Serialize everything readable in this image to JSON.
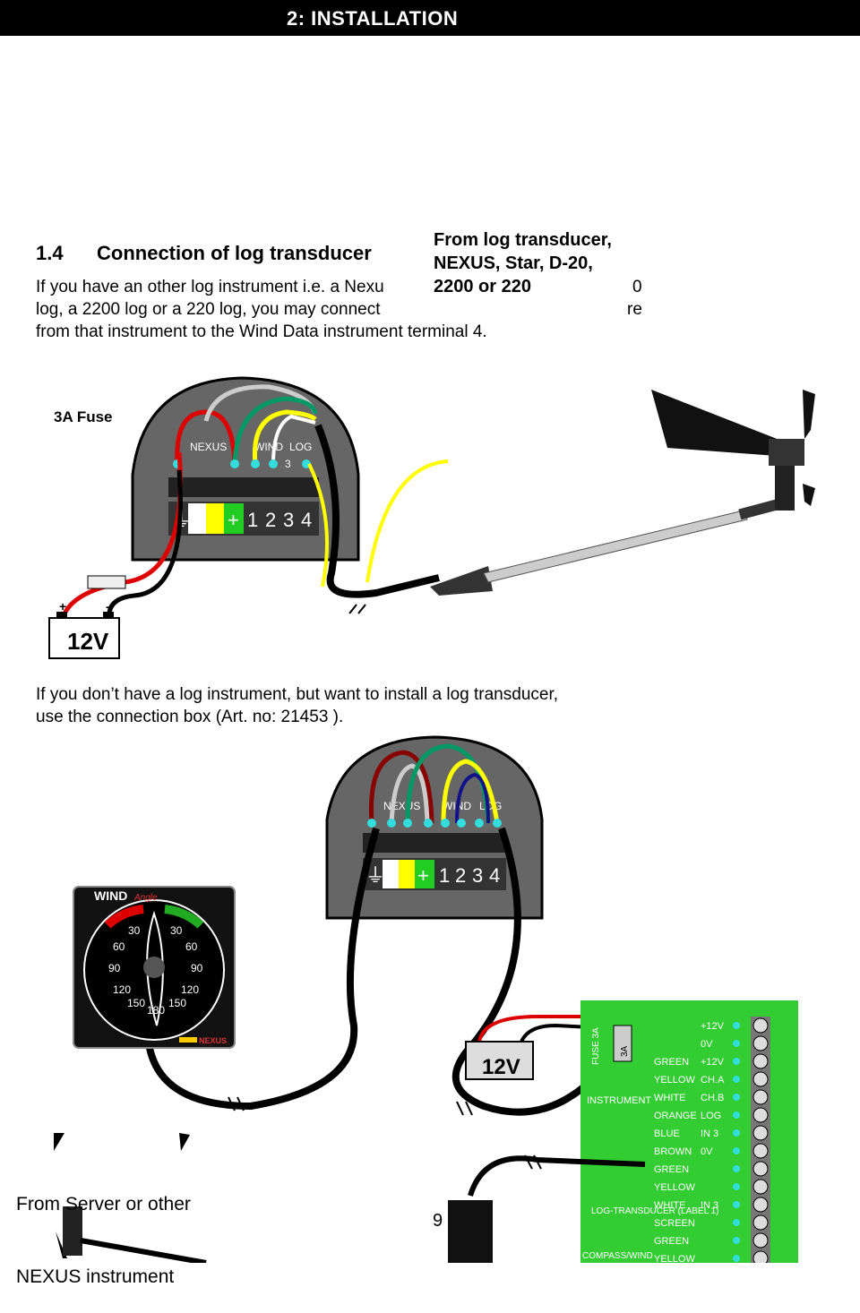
{
  "header": {
    "title": "2:  INSTALLATION"
  },
  "section": {
    "number": "1.4",
    "title": "Connection of log transducer"
  },
  "intro_lines": [
    "If you have an other log instrument i.e. a Nexu",
    "log, a 2200 log or a 220 log, you may connect",
    "from that instrument to the Wind Data instrument terminal 4."
  ],
  "intro_tail": [
    "0",
    "re"
  ],
  "callout_lines": [
    "From log transducer,",
    "NEXUS, Star, D-20,",
    "2200 or 220"
  ],
  "fuse_label": "3A Fuse",
  "battery_label": "12V",
  "box": {
    "nexus": "NEXUS",
    "wind": "WIND",
    "log": "LOG",
    "log_num": "3",
    "terminals": [
      "1",
      "2",
      "3",
      "4"
    ]
  },
  "second_para": [
    "If you don’t have a log instrument, but want to install a log transducer,",
    "use the connection box (Art. no: 21453 )."
  ],
  "display": {
    "brand": "WIND",
    "sub": "Angle",
    "scale": [
      "30",
      "60",
      "90",
      "120",
      "150",
      "180",
      "150",
      "120",
      "90",
      "60",
      "30"
    ],
    "footer": "NEXUS"
  },
  "junction": {
    "fuse": "FUSE 3A",
    "fuse_val": "3A",
    "instrument": "INSTRUMENT",
    "log_transducer": "LOG-TRANSDUCER (LABEL 1)",
    "compass": "COMPASS/WIND",
    "rows": [
      {
        "color": "",
        "label": "+12V"
      },
      {
        "color": "",
        "label": "0V"
      },
      {
        "color": "GREEN",
        "label": "+12V"
      },
      {
        "color": "YELLOW",
        "label": "CH.A"
      },
      {
        "color": "WHITE",
        "label": "CH.B"
      },
      {
        "color": "ORANGE",
        "label": "LOG"
      },
      {
        "color": "BLUE",
        "label": "IN 3"
      },
      {
        "color": "BROWN",
        "label": "0V"
      },
      {
        "color": "GREEN",
        "label": ""
      },
      {
        "color": "YELLOW",
        "label": ""
      },
      {
        "color": "WHITE",
        "label": "IN 3"
      },
      {
        "color": "SCREEN",
        "label": ""
      },
      {
        "color": "GREEN",
        "label": ""
      },
      {
        "color": "YELLOW",
        "label": ""
      }
    ]
  },
  "from_server": [
    "From Server or other",
    "NEXUS instrument"
  ],
  "page_number": "9"
}
